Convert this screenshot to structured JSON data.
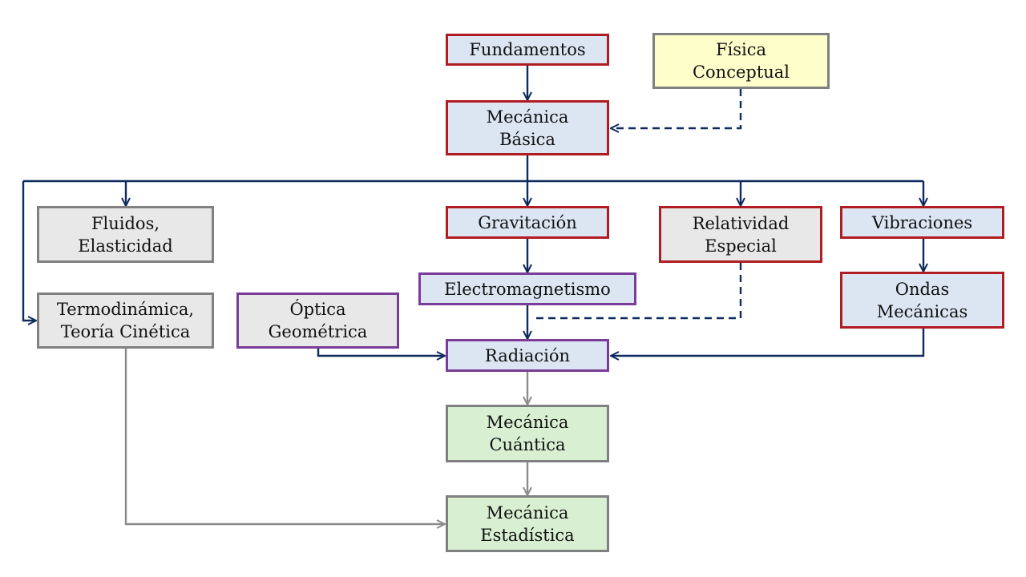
{
  "colors": {
    "navy_arrow": "#0f2a5c",
    "gray_arrow": "#8c8c8c",
    "red_border": "#b01c22",
    "gray_border": "#808080",
    "purple_border": "#7a3c99",
    "blue_fill": "#dce6f2",
    "gray_fill": "#e8e8e8",
    "green_fill": "#d8efd2",
    "yellow_fill": "#fefecb"
  },
  "nodes": {
    "fundamentos": {
      "lines": [
        "Fundamentos"
      ]
    },
    "fisica_conceptual": {
      "lines": [
        "Física",
        "Conceptual"
      ]
    },
    "mecanica_basica": {
      "lines": [
        "Mecánica",
        "Básica"
      ]
    },
    "fluidos": {
      "lines": [
        "Fluidos,",
        "Elasticidad"
      ]
    },
    "gravitacion": {
      "lines": [
        "Gravitación"
      ]
    },
    "relatividad": {
      "lines": [
        "Relatividad",
        "Especial"
      ]
    },
    "vibraciones": {
      "lines": [
        "Vibraciones"
      ]
    },
    "termodinamica": {
      "lines": [
        "Termodinámica,",
        "Teoría Cinética"
      ]
    },
    "optica": {
      "lines": [
        "Óptica",
        "Geométrica"
      ]
    },
    "electromagnetismo": {
      "lines": [
        "Electromagnetismo"
      ]
    },
    "ondas": {
      "lines": [
        "Ondas",
        "Mecánicas"
      ]
    },
    "radiacion": {
      "lines": [
        "Radiación"
      ]
    },
    "mecanica_cuantica": {
      "lines": [
        "Mecánica",
        "Cuántica"
      ]
    },
    "mecanica_estadistica": {
      "lines": [
        "Mecánica",
        "Estadística"
      ]
    }
  },
  "edges": [
    {
      "from": "fundamentos",
      "to": "mecanica_basica",
      "style": "solid"
    },
    {
      "from": "fisica_conceptual",
      "to": "mecanica_basica",
      "style": "dashed"
    },
    {
      "from": "mecanica_basica",
      "to": "fluidos",
      "style": "solid"
    },
    {
      "from": "mecanica_basica",
      "to": "gravitacion",
      "style": "solid"
    },
    {
      "from": "mecanica_basica",
      "to": "relatividad",
      "style": "solid"
    },
    {
      "from": "mecanica_basica",
      "to": "vibraciones",
      "style": "solid"
    },
    {
      "from": "mecanica_basica",
      "to": "termodinamica",
      "style": "solid"
    },
    {
      "from": "gravitacion",
      "to": "electromagnetismo",
      "style": "solid"
    },
    {
      "from": "vibraciones",
      "to": "ondas",
      "style": "solid"
    },
    {
      "from": "electromagnetismo",
      "to": "radiacion",
      "style": "solid"
    },
    {
      "from": "relatividad",
      "to": "radiacion",
      "style": "dashed"
    },
    {
      "from": "optica",
      "to": "radiacion",
      "style": "solid"
    },
    {
      "from": "ondas",
      "to": "radiacion",
      "style": "solid"
    },
    {
      "from": "radiacion",
      "to": "mecanica_cuantica",
      "style": "solid"
    },
    {
      "from": "mecanica_cuantica",
      "to": "mecanica_estadistica",
      "style": "solid"
    },
    {
      "from": "termodinamica",
      "to": "mecanica_estadistica",
      "style": "solid"
    }
  ]
}
